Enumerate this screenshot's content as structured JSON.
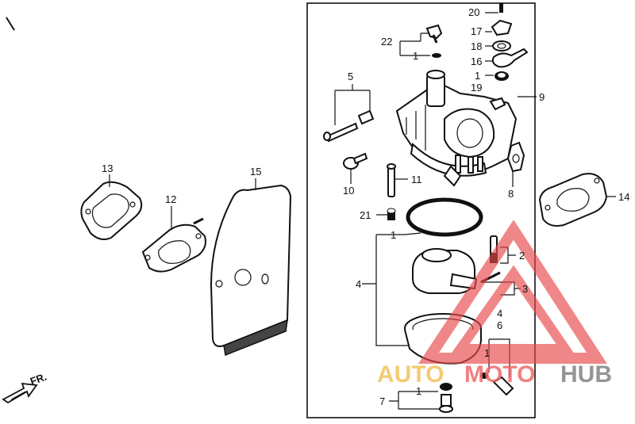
{
  "labels": {
    "l20": "20",
    "l17": "17",
    "l18": "18",
    "l16": "16",
    "l1a": "1",
    "l19": "19",
    "l22": "22",
    "l1b": "1",
    "l5": "5",
    "l9": "9",
    "l13": "13",
    "l15": "15",
    "l12": "12",
    "l11": "11",
    "l10": "10",
    "l8": "8",
    "l14": "14",
    "l21": "21",
    "l1c": "1",
    "l2": "2",
    "l4a": "4",
    "l3": "3",
    "l4b": "4",
    "l6": "6",
    "l1d": "1",
    "l7": "7",
    "l1e": "1",
    "lfr": "FR."
  },
  "watermark": {
    "part1": "AUTO",
    "part2": "MOTO",
    "part3": "HUB",
    "color_auto": "#f2c25a",
    "color_moto": "#ef6b6b",
    "color_hub": "#8a8a8a",
    "triangle_color": "#e8484a"
  }
}
